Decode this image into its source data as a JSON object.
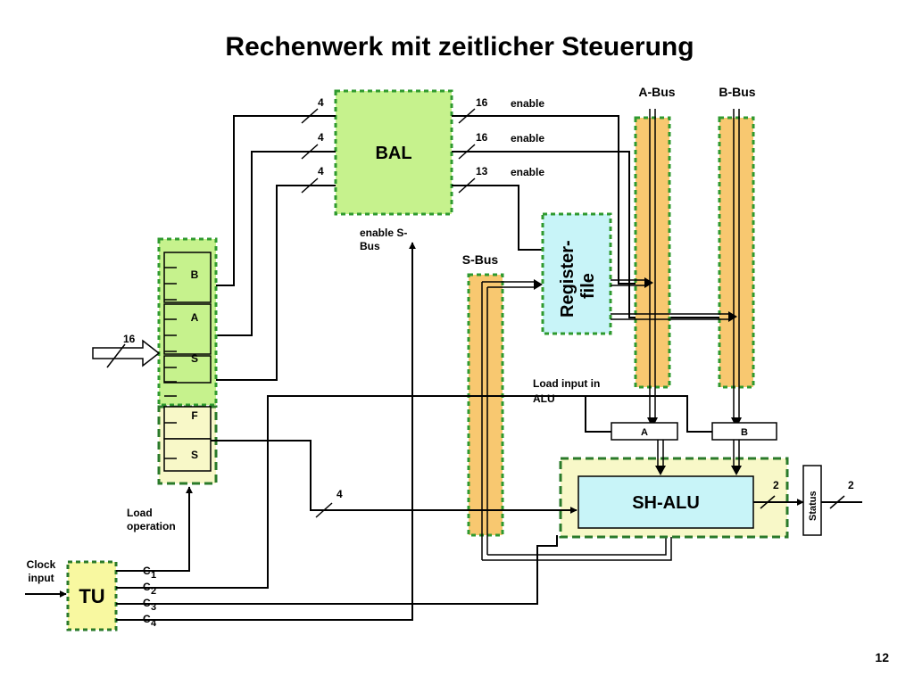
{
  "title": "Rechenwerk mit zeitlicher Steuerung",
  "page_number": "12",
  "blocks": {
    "bal": "BAL",
    "register_file_line1": "Register-",
    "register_file_line2": "file",
    "sh_alu": "SH-ALU",
    "tu": "TU",
    "status": "Status",
    "latch_a": "A",
    "latch_b": "B"
  },
  "buses": {
    "a_bus": "A-Bus",
    "b_bus": "B-Bus",
    "s_bus": "S-Bus"
  },
  "microinstruction_register": {
    "b": "B",
    "a": "A",
    "s": "S",
    "f": "F",
    "s2": "S"
  },
  "widths": {
    "w4_1": "4",
    "w4_2": "4",
    "w4_3": "4",
    "w16_1": "16",
    "w16_2": "16",
    "w13": "13",
    "w16_in": "16",
    "w4_alu": "4",
    "w2_a": "2",
    "w2_b": "2"
  },
  "signals": {
    "enable_1": "enable",
    "enable_2": "enable",
    "enable_3": "enable",
    "enable_s_line1": "enable S-",
    "enable_s_line2": "Bus",
    "load_input_line1": "Load input   in",
    "load_input_line2": "ALU",
    "load_op_line1": "Load",
    "load_op_line2": "operation",
    "clock_line1": "Clock",
    "clock_line2": "input",
    "c1": "1",
    "c2": "2",
    "c3": "3",
    "c4": "4"
  },
  "colors": {
    "light_green": "#c6f28d",
    "bus_orange": "#f8c870",
    "cyan": "#c8f4f8",
    "light_yellow": "#f8f8c8",
    "yellow": "#f8f8a0",
    "dashed_green": "#2f9a2f"
  }
}
